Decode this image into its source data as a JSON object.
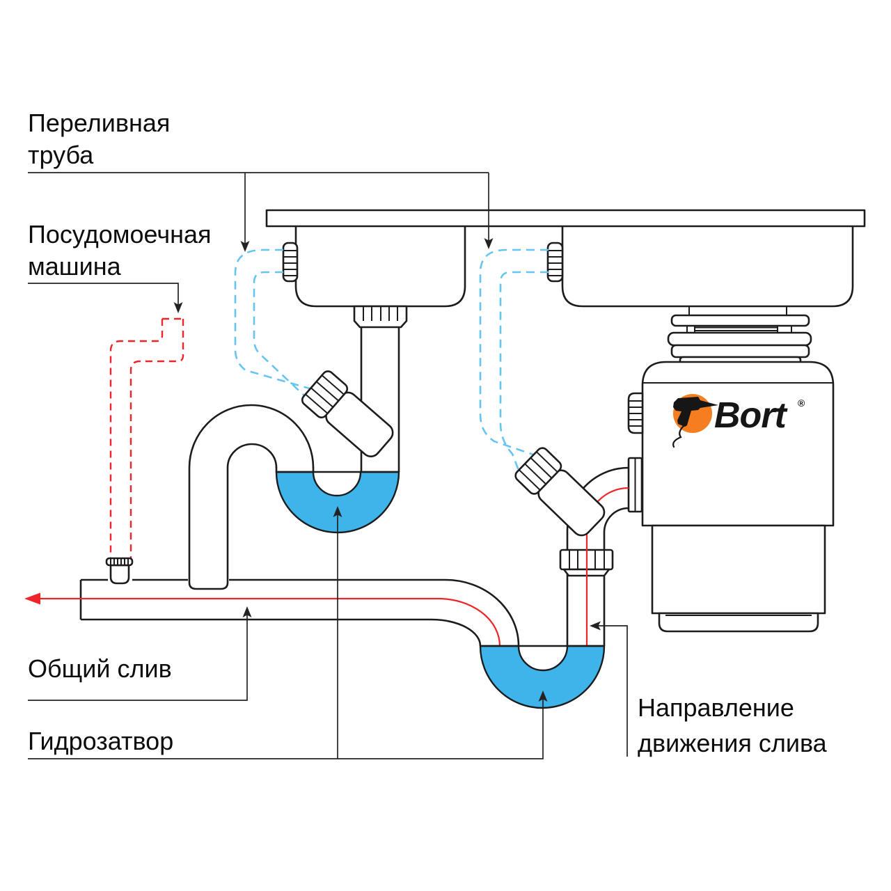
{
  "labels": {
    "overflow_pipe": {
      "line1": "Переливная",
      "line2": "труба"
    },
    "dishwasher": {
      "line1": "Посудомоечная",
      "line2": "машина"
    },
    "common_drain": {
      "line1": "Общий слив"
    },
    "water_trap": {
      "line1": "Гидрозатвор"
    },
    "drain_direction": {
      "line1": "Направление",
      "line2": "движения слива"
    }
  },
  "brand": {
    "name": "Bort",
    "registered_mark": "®"
  },
  "colors": {
    "outline": "#1c1c1c",
    "label_line": "#232323",
    "water": "#3eb4ea",
    "overflow_dash": "#66c4f0",
    "flow_red": "#ee2429",
    "brand_orange": "#f57f20",
    "label_text": "#0d0d0d"
  }
}
